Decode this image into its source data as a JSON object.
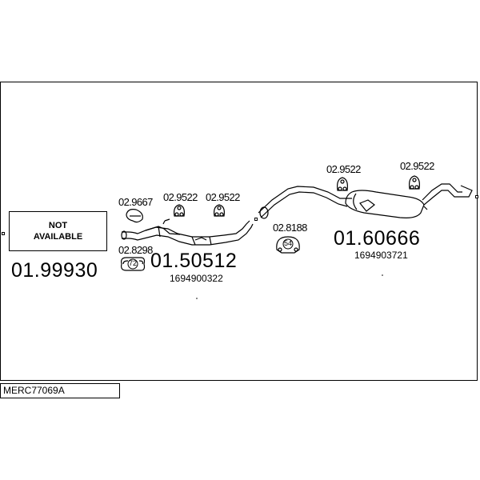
{
  "model_code": "MERC77069A",
  "not_available": {
    "line1": "NOT",
    "line2": "AVAILABLE"
  },
  "parts": {
    "part_left_box": "01.99930",
    "front_silencer": {
      "number": "01.50512",
      "oem": "1694900322"
    },
    "rear_silencer": {
      "number": "01.60666",
      "oem": "1694903721"
    }
  },
  "accessories": {
    "clamp": "02.9667",
    "hanger_front_1": "02.9522",
    "hanger_front_2": "02.9522",
    "gasket": "02.8298",
    "gasket_badge": "72",
    "mount": "02.8188",
    "mount_badge": "54",
    "hanger_rear_1": "02.9522",
    "hanger_rear_2": "02.9522"
  }
}
